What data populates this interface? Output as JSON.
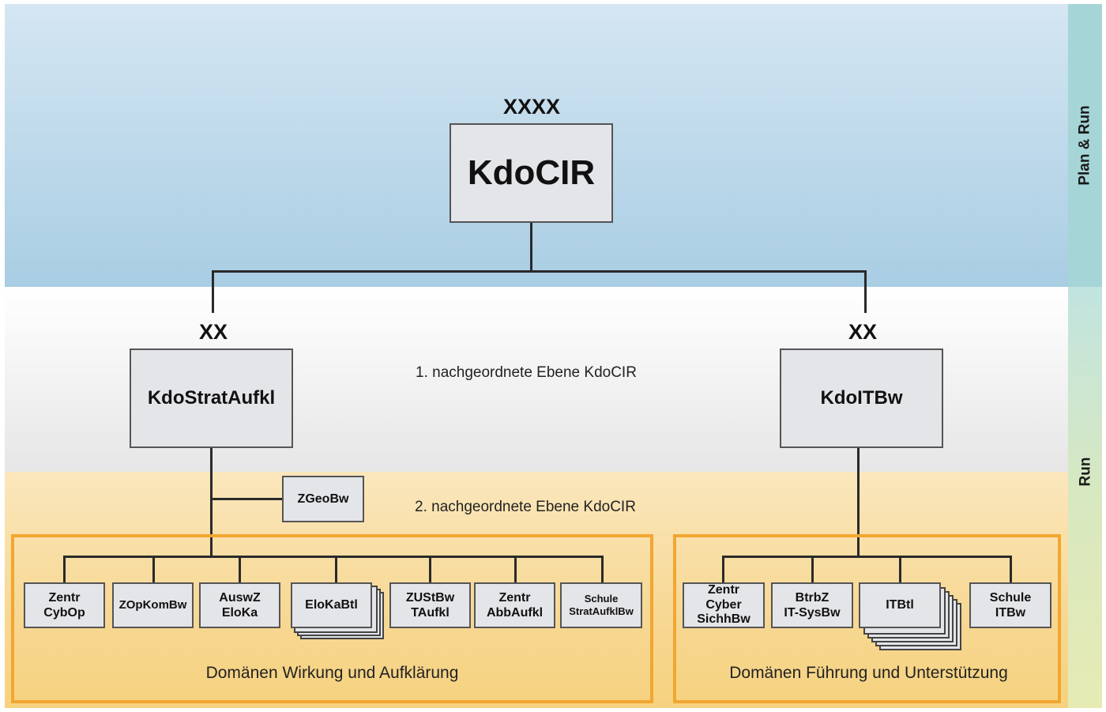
{
  "bands": {
    "plan_run_label": "Plan & Run",
    "run_label": "Run"
  },
  "top": {
    "rank": "XXXX",
    "name": "KdoCIR"
  },
  "level1": {
    "caption": "1. nachgeordnete Ebene KdoCIR",
    "left": {
      "rank": "XX",
      "name": "KdoStratAufkl"
    },
    "right": {
      "rank": "XX",
      "name": "KdoITBw"
    }
  },
  "level2": {
    "caption": "2. nachgeordnete Ebene KdoCIR",
    "zgeo": "ZGeoBw"
  },
  "domain_left": {
    "title": "Domänen Wirkung und Aufklärung",
    "units": [
      "Zentr\nCybOp",
      "ZOpKomBw",
      "AuswZ\nEloKa",
      "EloKaBtl",
      "ZUStBw\nTAufkl",
      "Zentr\nAbbAufkl",
      "Schule\nStratAufklBw"
    ]
  },
  "domain_right": {
    "title": "Domänen Führung und Unterstützung",
    "units": [
      "Zentr\nCyber\nSichhBw",
      "BtrbZ\nIT-SysBw",
      "ITBtl",
      "Schule\nITBw"
    ]
  },
  "colors": {
    "band_top": "#a9cde3",
    "band_mid": "#e6e6e6",
    "band_low": "#f7d894",
    "domain_border": "#f2a630",
    "box_fill": "#e4e5e9"
  }
}
